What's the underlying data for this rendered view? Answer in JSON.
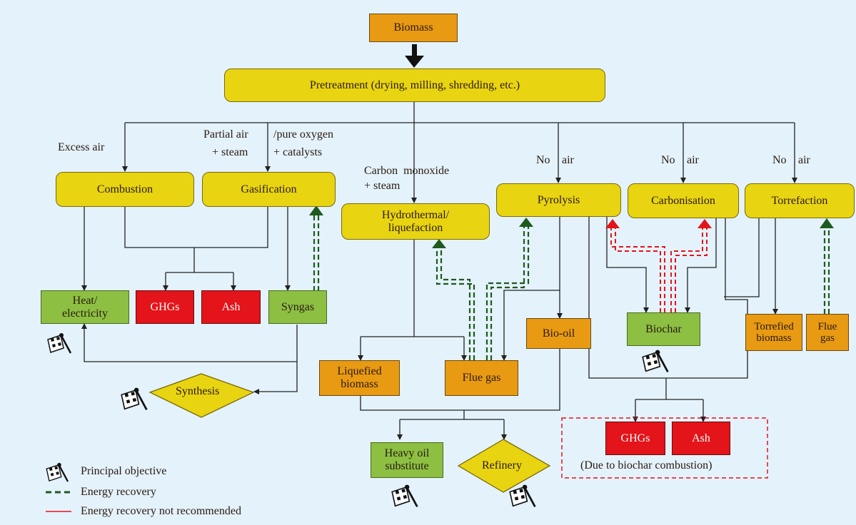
{
  "nodes": {
    "biomass": "Biomass",
    "pretreatment": "Pretreatment (drying, milling, shredding, etc.)",
    "combustion": "Combustion",
    "gasification": "Gasification",
    "hydrothermal": "Hydrothermal/\nliquefaction",
    "pyrolysis": "Pyrolysis",
    "carbonisation": "Carbonisation",
    "torrefaction": "Torrefaction",
    "heat": "Heat/\nelectricity",
    "ghgs1": "GHGs",
    "ash1": "Ash",
    "syngas": "Syngas",
    "synthesis": "Synthesis",
    "liquefied": "Liquefied\nbiomass",
    "fluegas1": "Flue gas",
    "biooil": "Bio-oil",
    "biochar": "Biochar",
    "torrefied": "Torrefied\nbiomass",
    "fluegas2": "Flue\ngas",
    "heavyoil": "Heavy oil\nsubstitute",
    "refinery": "Refinery",
    "ghgs2": "GHGs",
    "ash2": "Ash",
    "biochar_note": "(Due to biochar combustion)"
  },
  "conditions": {
    "excess_air": "Excess air",
    "partial_air": "Partial air",
    "steam": "+ steam",
    "pure_oxygen": "/pure oxygen",
    "catalysts": "+ catalysts",
    "carbon_monoxide": "Carbon  monoxide",
    "co_steam": "+ steam",
    "no_air_1": "No",
    "no_air_1b": "air",
    "no_air_2": "No",
    "no_air_2b": "air",
    "no_air_3": "No",
    "no_air_3b": "air"
  },
  "legend": {
    "principal": "Principal objective",
    "energy_recovery": "Energy recovery",
    "not_recommended": "Energy recovery not recommended"
  },
  "colors": {
    "process": "#e8d411",
    "product": "#e89a12",
    "objective": "#8cbf42",
    "emission": "#e3141a",
    "energy_recovery_line": "#1e5a1e",
    "not_recommended_line": "#e3141a",
    "background": "#e4f2fb"
  }
}
